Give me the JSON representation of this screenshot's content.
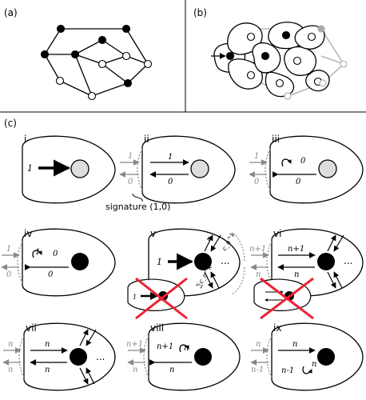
{
  "panels": {
    "a": "(a)",
    "b": "(b)",
    "c": "(c)"
  },
  "roman": [
    "i",
    "ii",
    "iii",
    "iv",
    "v",
    "vi",
    "vii",
    "viii",
    "ix"
  ],
  "signature": "signature (1,0)",
  "labels": {
    "one": "1",
    "zero": "0",
    "n": "n",
    "n_plus_1": "n+1",
    "n_minus_1": "n-1",
    "dots": "...",
    "c_nk": "c_n^k",
    "sum_c": "∑c_n^k"
  }
}
